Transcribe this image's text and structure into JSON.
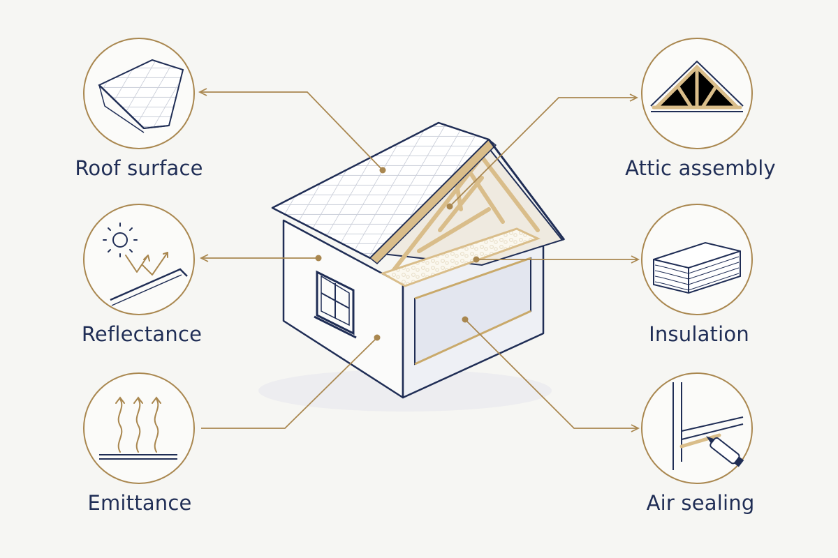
{
  "labels": {
    "roof_surface": "Roof surface",
    "reflectance": "Reflectance",
    "emittance": "Emittance",
    "attic_assembly": "Attic assembly",
    "insulation": "Insulation",
    "air_sealing": "Air sealing"
  },
  "colors": {
    "background": "#f6f6f3",
    "navy": "#1f2d55",
    "gold": "#a9874f",
    "wood": "#d9bd8a"
  },
  "icons": {
    "roof_surface": "roof-shingles-icon",
    "reflectance": "sun-reflection-icon",
    "emittance": "heat-waves-icon",
    "attic_assembly": "roof-truss-icon",
    "insulation": "insulation-batt-icon",
    "air_sealing": "caulk-gun-icon"
  }
}
